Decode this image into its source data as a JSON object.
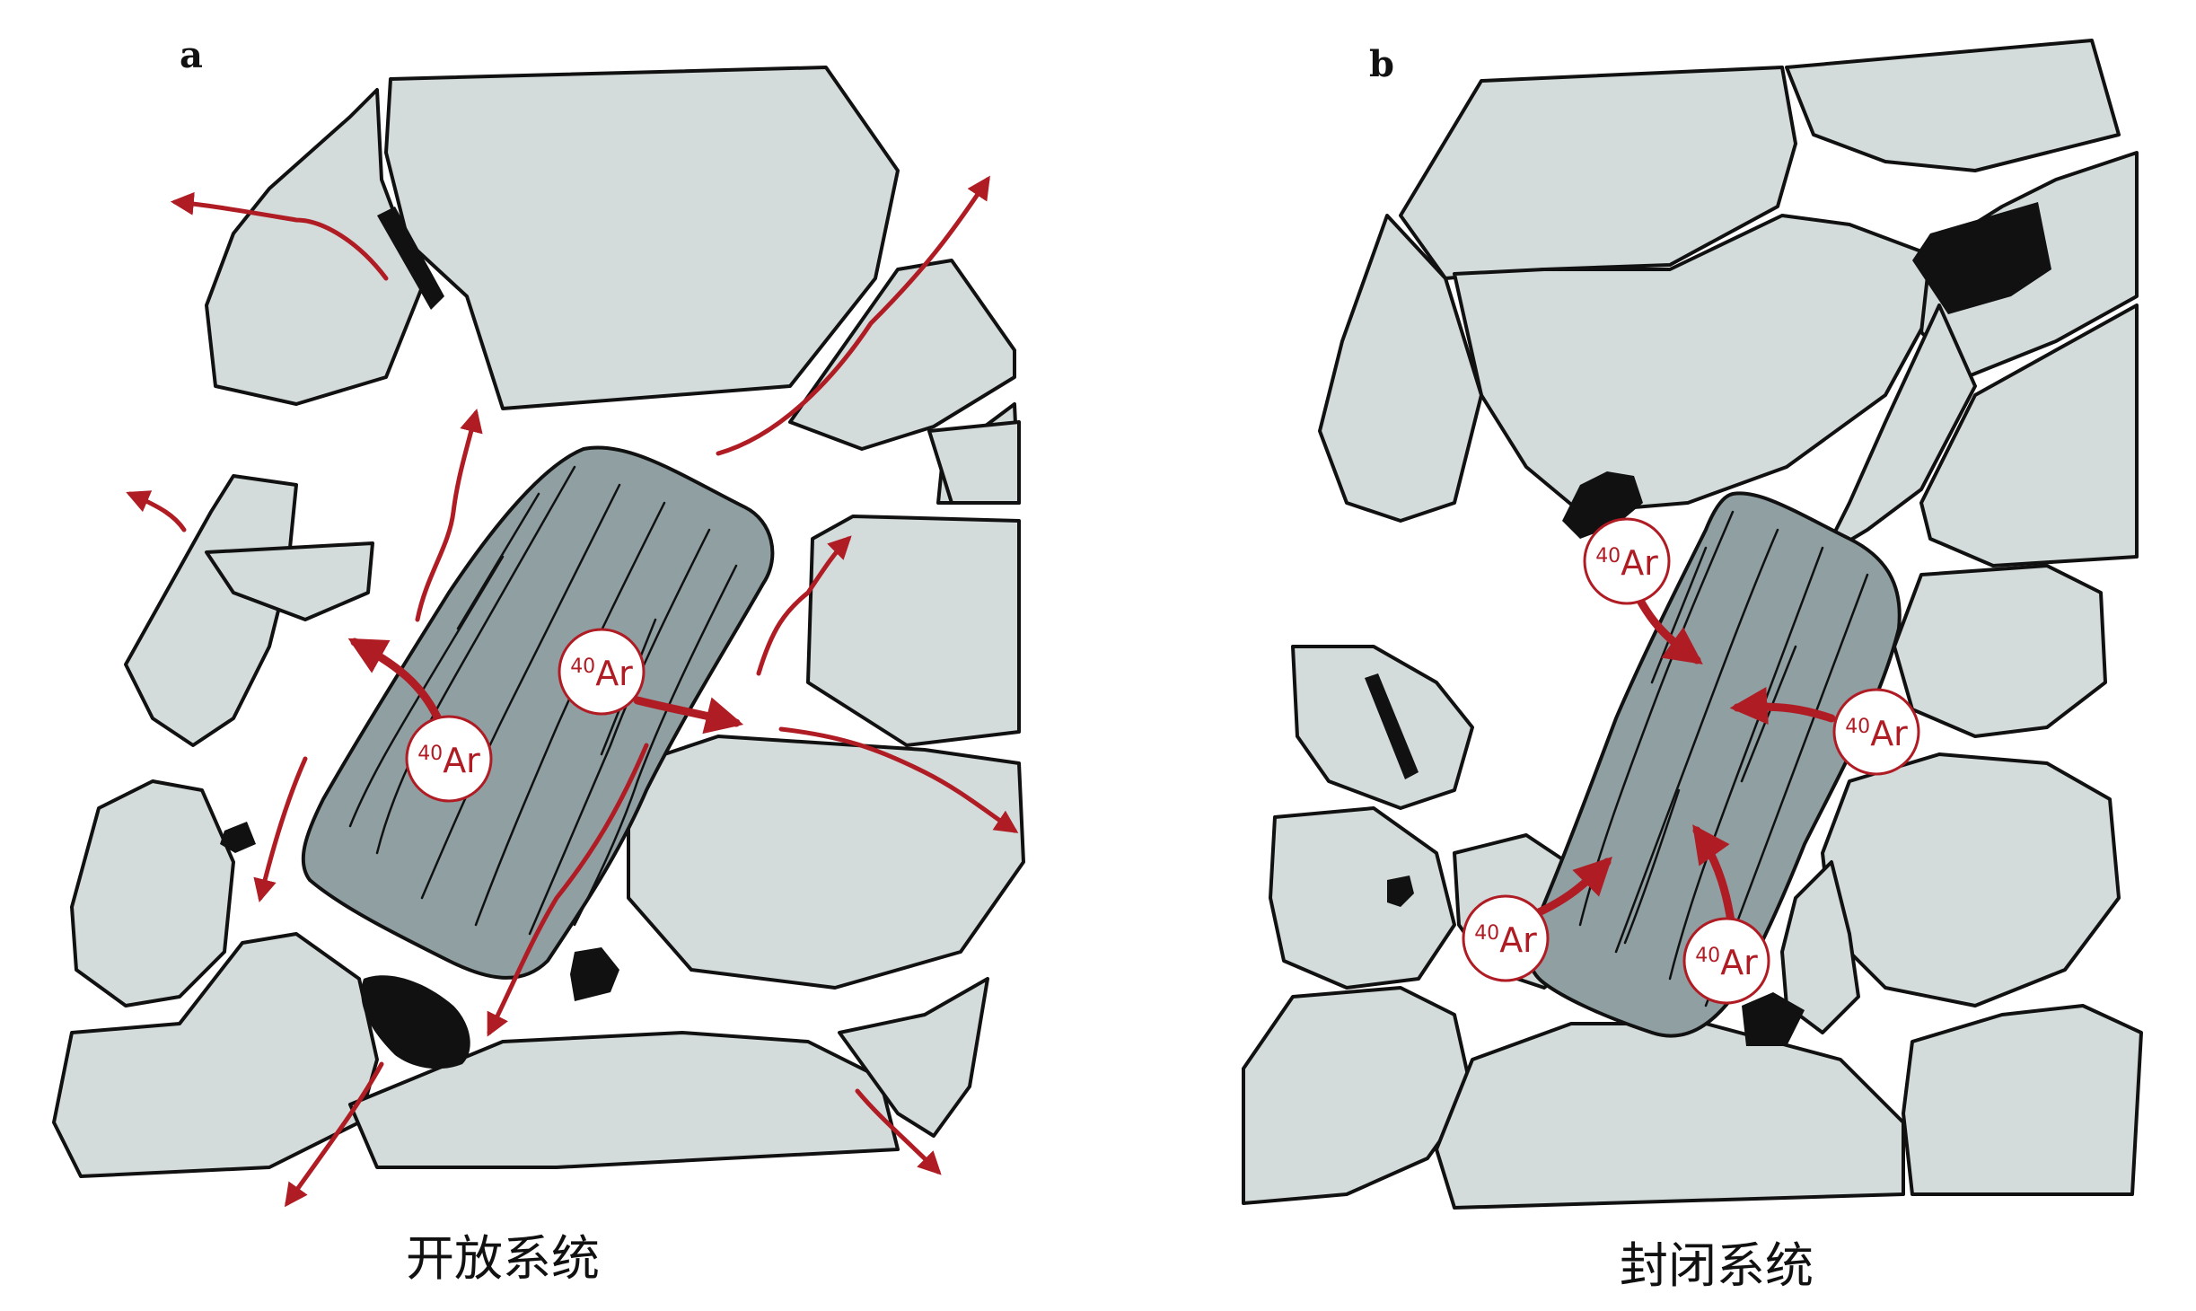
{
  "panels": [
    {
      "letter": "a",
      "caption": "开放系统",
      "isotope_labels": [
        {
          "mass": "40",
          "element": "Ar"
        },
        {
          "mass": "40",
          "element": "Ar"
        }
      ]
    },
    {
      "letter": "b",
      "caption": "封闭系统",
      "isotope_labels": [
        {
          "mass": "40",
          "element": "Ar"
        },
        {
          "mass": "40",
          "element": "Ar"
        },
        {
          "mass": "40",
          "element": "Ar"
        },
        {
          "mass": "40",
          "element": "Ar"
        }
      ]
    }
  ],
  "colors": {
    "grain_fill": "#d3dbdb",
    "grain_outline": "#111111",
    "mineral_fill": "#8f9fa2",
    "opaque_fill": "#111111",
    "arrow_red": "#b01c24",
    "pore_space": "#ffffff"
  }
}
